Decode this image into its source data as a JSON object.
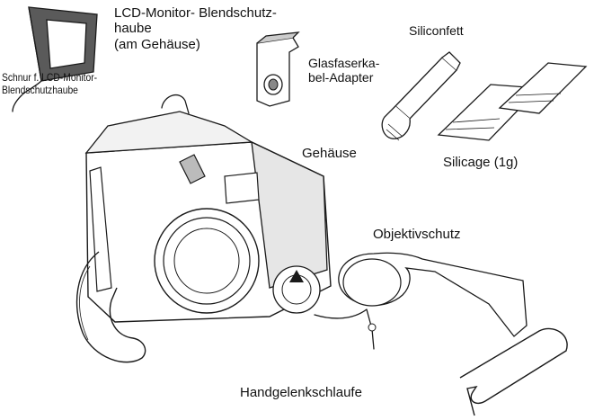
{
  "labels": {
    "hood": "LCD-Monitor- Blendschutz-\nhaube\n(am Gehäuse)",
    "cord": "Schnur f. LCD-Monitor-\nBlendschutzhaube",
    "adapter": "Glasfaserka-\nbel-Adapter",
    "grease": "Siliconfett",
    "silicage": "Silicage (1g)",
    "housing": "Gehäuse",
    "lens_cap": "Objektivschutz",
    "strap": "Handgelenkschlaufe"
  },
  "colors": {
    "line": "#1a1a1a",
    "shade": "#555555",
    "fill": "#ffffff"
  }
}
